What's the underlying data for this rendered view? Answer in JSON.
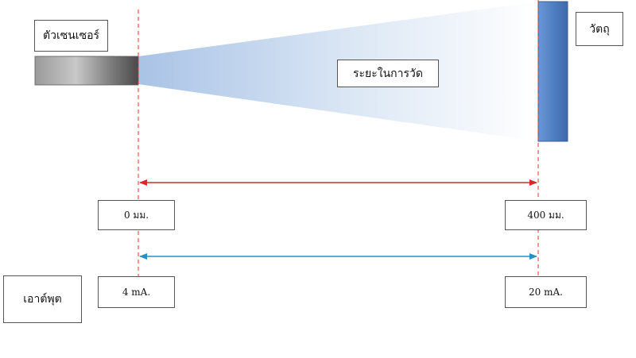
{
  "labels": {
    "sensor": "ตัวเซนเซอร์",
    "object": "วัตถุ",
    "range": "ระยะในการวัด",
    "output": "เอาต์พุต"
  },
  "distance": {
    "min": "0 มม.",
    "max": "400 มม."
  },
  "current": {
    "min": "4 mA.",
    "max": "20 mA."
  },
  "colors": {
    "dashed_line": "#e0342f",
    "distance_arrow": "#d42a2a",
    "current_arrow": "#2a8fbf",
    "object_fill": "#4f7fc4",
    "beam": "#a9c3e6"
  }
}
